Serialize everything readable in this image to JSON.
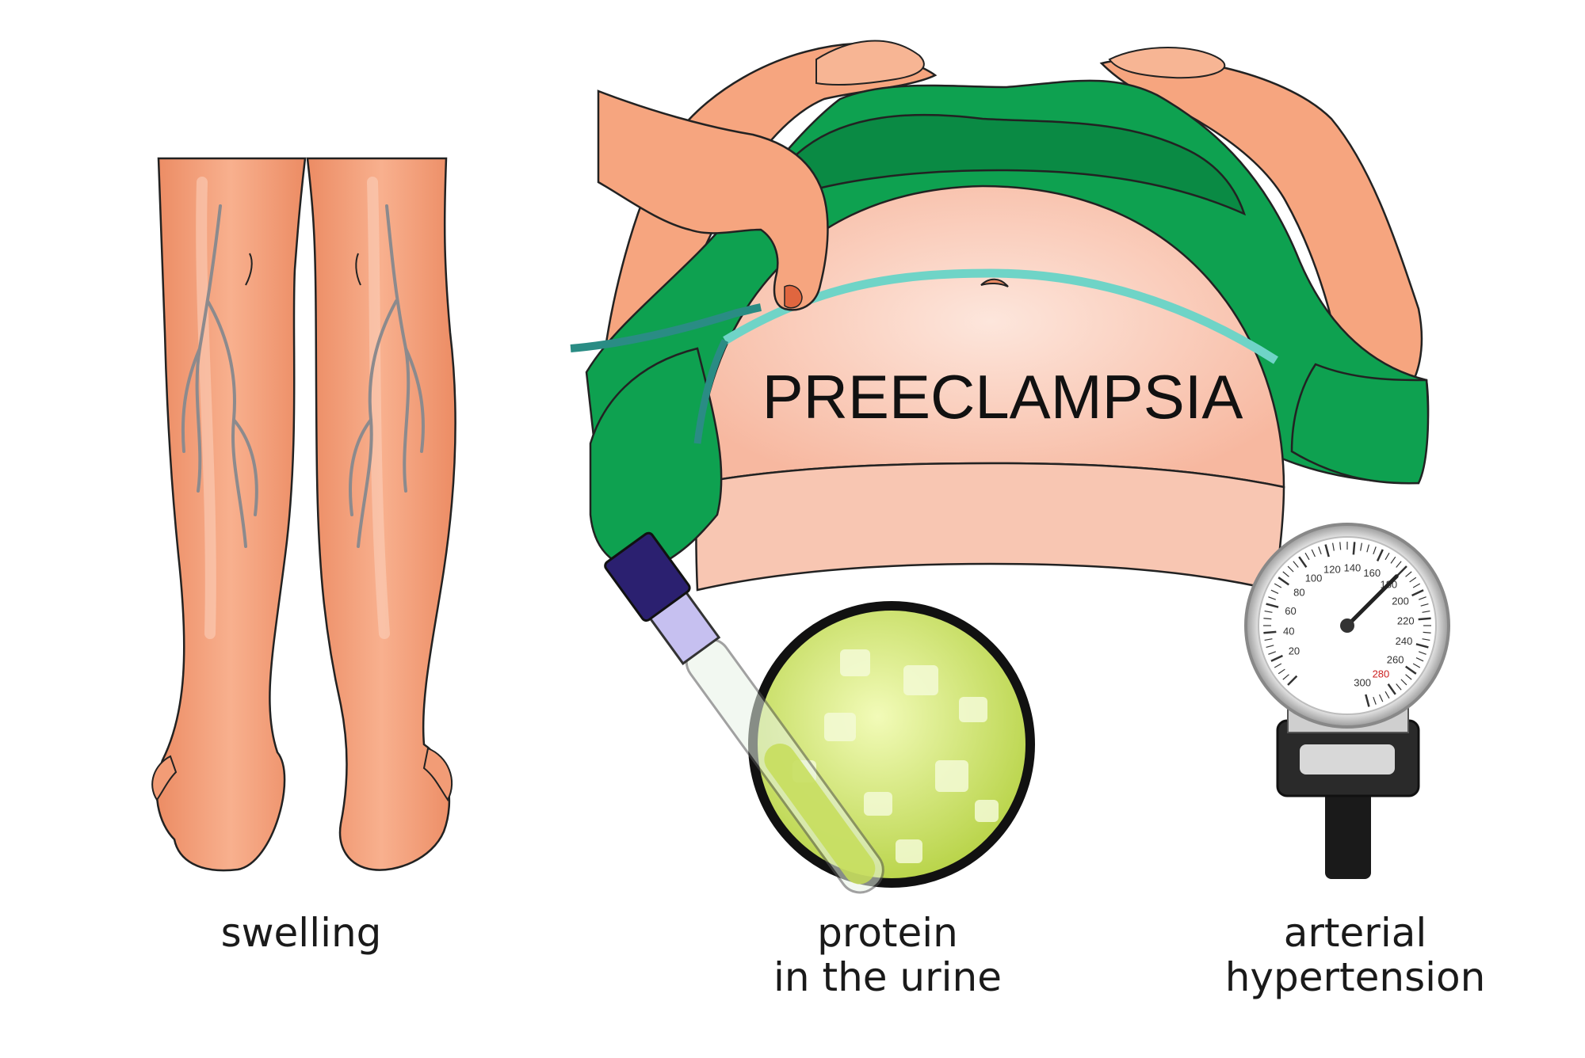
{
  "title": "PREECLAMPSIA",
  "symptoms": {
    "swelling": "swelling",
    "protein_line1": "protein",
    "protein_line2": "in the urine",
    "hypertension_line1": "arterial",
    "hypertension_line2": "hypertension"
  },
  "gauge": {
    "ticks": [
      "20",
      "40",
      "60",
      "80",
      "100",
      "120",
      "140",
      "160",
      "180",
      "200",
      "220",
      "240",
      "260",
      "280",
      "300"
    ],
    "highlight_tick": "280",
    "needle_value": 180
  },
  "colors": {
    "skin": "#f6a57f",
    "skin_shade": "#e98a63",
    "skin_light": "#fcd2bd",
    "belly": "#fbd4c5",
    "garment": "#0ea150",
    "garment_dark": "#0a7a3c",
    "tape": "#6fd4c7",
    "tape_dark": "#2a8c84",
    "urine": "#d7ec7c",
    "vein": "#8c8a8d",
    "highlight_red": "#cc2020"
  }
}
